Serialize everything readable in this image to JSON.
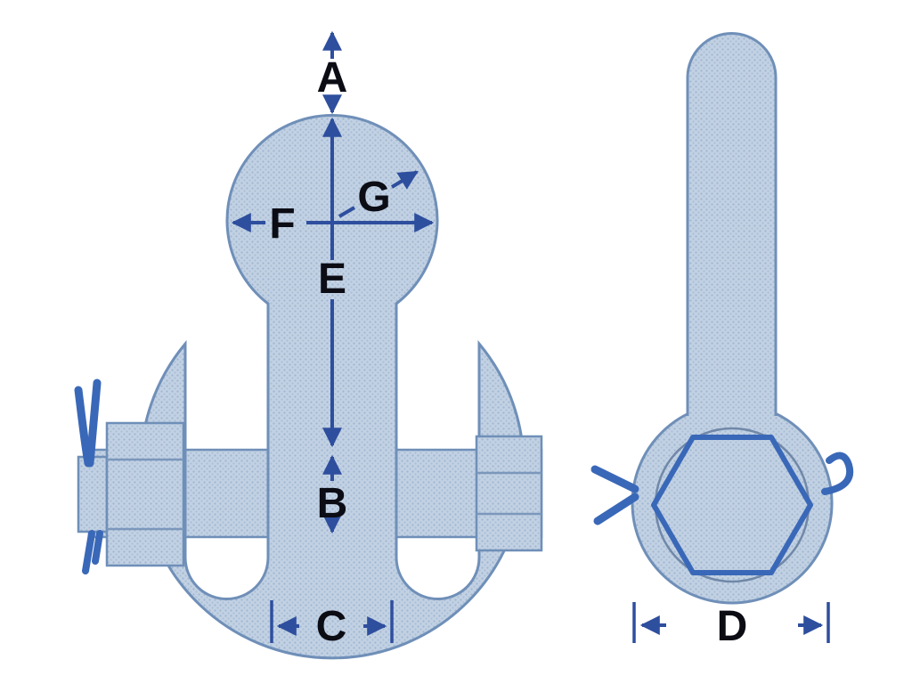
{
  "diagram": {
    "labels": {
      "A": "A",
      "B": "B",
      "C": "C",
      "D": "D",
      "E": "E",
      "F": "F",
      "G": "G"
    },
    "colors": {
      "background": "#ffffff",
      "body_fill": "#c2d1e3",
      "body_texture_dot": "#9fb6d0",
      "outline": "#6f8fb8",
      "dimension_arrow": "#2e4e9e",
      "cotter_pin": "#3a68b8",
      "label_text": "#0c0c14"
    }
  }
}
